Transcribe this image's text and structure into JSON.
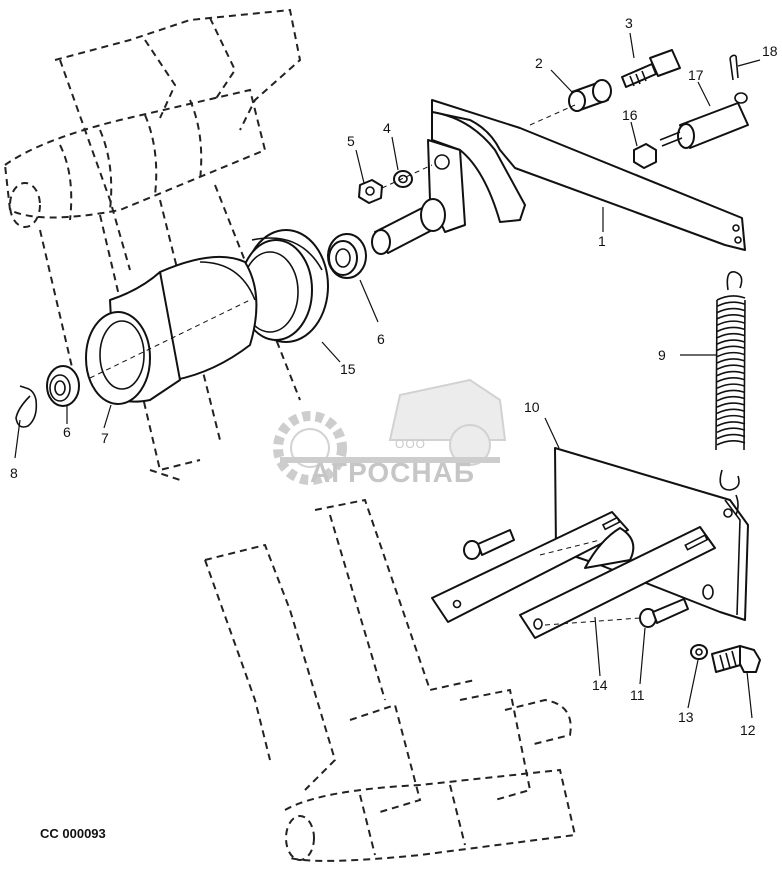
{
  "figure": {
    "reference_code": "CC 000093"
  },
  "watermark": {
    "company_form": "ООО",
    "company_name": "АГРОСНАБ"
  },
  "parts": [
    {
      "label": "1",
      "name": "arm"
    },
    {
      "label": "2",
      "name": "bushing"
    },
    {
      "label": "3",
      "name": "bolt"
    },
    {
      "label": "4",
      "name": "washer"
    },
    {
      "label": "5",
      "name": "nut"
    },
    {
      "label": "6",
      "name": "bearing"
    },
    {
      "label": "7",
      "name": "pulley-hub"
    },
    {
      "label": "8",
      "name": "snap-ring"
    },
    {
      "label": "9",
      "name": "spring"
    },
    {
      "label": "10",
      "name": "bracket"
    },
    {
      "label": "11",
      "name": "carriage-bolt"
    },
    {
      "label": "12",
      "name": "cap-screw"
    },
    {
      "label": "13",
      "name": "lock-washer"
    },
    {
      "label": "14",
      "name": "slotted-strap"
    },
    {
      "label": "15",
      "name": "pulley"
    },
    {
      "label": "16",
      "name": "nut"
    },
    {
      "label": "17",
      "name": "spring-anchor"
    },
    {
      "label": "18",
      "name": "cotter-pin"
    }
  ]
}
